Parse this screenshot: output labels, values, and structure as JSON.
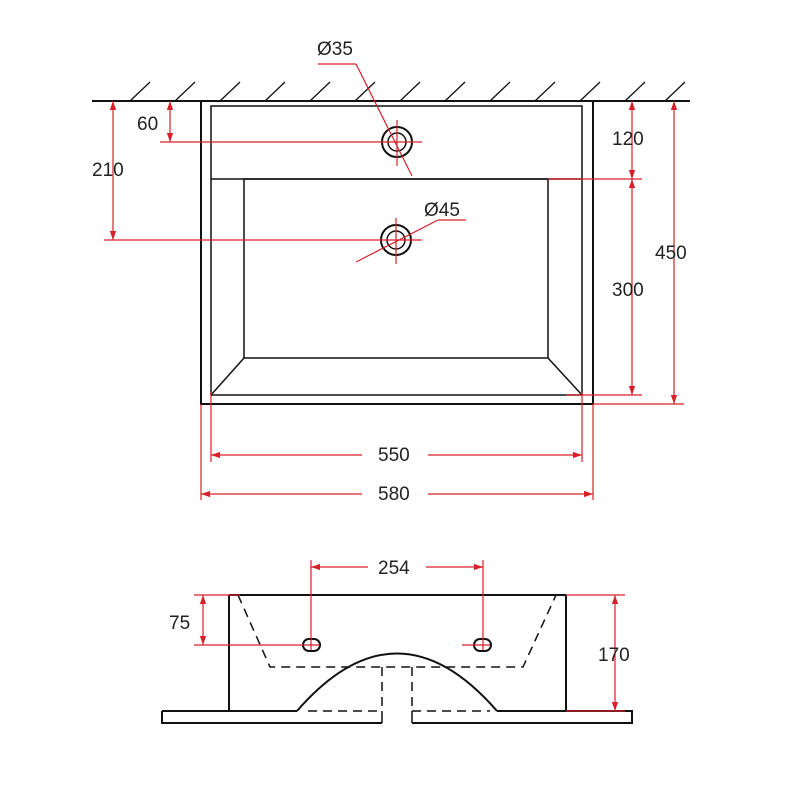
{
  "colors": {
    "outline": "#111111",
    "dimension": "#d8202a",
    "text": "#222222",
    "background": "#ffffff"
  },
  "plan_view": {
    "tap_hole_label": "Ø35",
    "waste_hole_label": "Ø45",
    "dim_tap_from_wall": "60",
    "dim_waste_from_wall": "210",
    "dim_back_ledge": "120",
    "dim_bowl_depth": "300",
    "dim_total_depth": "450",
    "dim_bowl_width": "550",
    "dim_total_width": "580"
  },
  "side_view": {
    "dim_bracket_spacing": "254",
    "dim_bracket_height": "75",
    "dim_total_height": "170"
  }
}
